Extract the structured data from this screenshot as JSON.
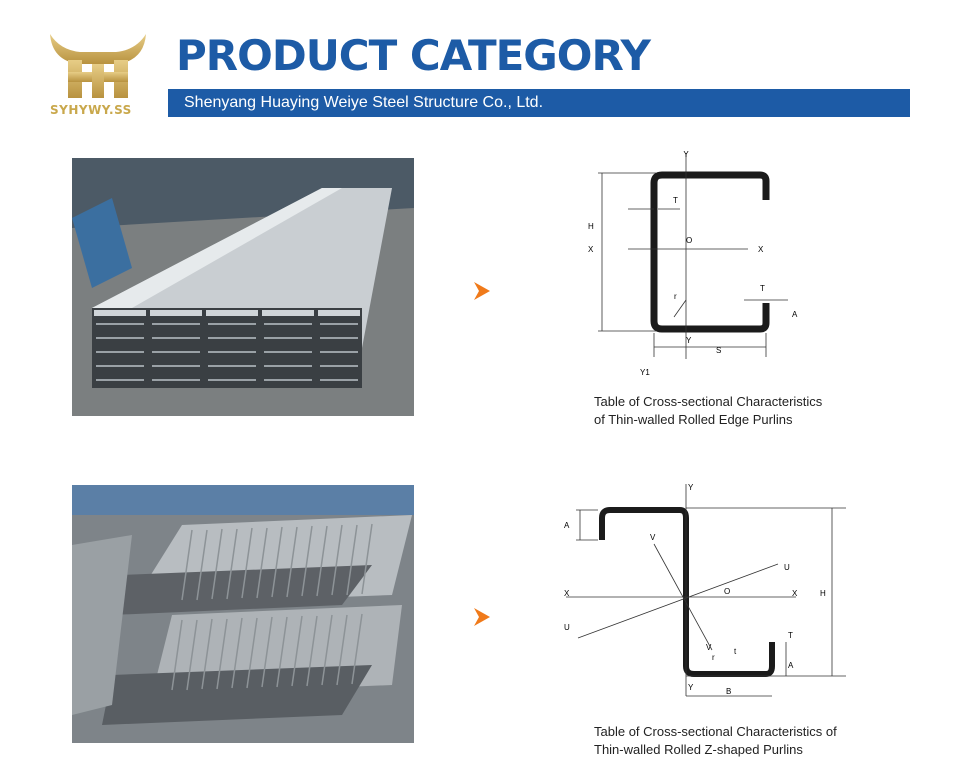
{
  "brand": {
    "logo_text": "SYHYWY.SS",
    "logo_color": "#c9a84c"
  },
  "header": {
    "title": "PRODUCT CATEGORY",
    "subtitle": "Shenyang Huaying Weiye Steel Structure Co., Ltd.",
    "accent_color": "#1d5ba6"
  },
  "products": [
    {
      "photo": "c-purlin-stack-photo",
      "arrow": "orange-arrow-icon",
      "diagram_labels": {
        "y_top": "Y",
        "t": "T",
        "h": "H",
        "x_left": "X",
        "o": "O",
        "x_right": "X",
        "t1": "T",
        "a": "A",
        "r": "r",
        "y_bottom": "Y",
        "s": "S",
        "y1": "Y1"
      },
      "caption_line1": "Table of Cross-sectional Characteristics",
      "caption_line2": "of Thin-walled Rolled Edge Purlins"
    },
    {
      "photo": "z-purlin-stack-photo",
      "arrow": "orange-arrow-icon",
      "diagram_labels": {
        "y_top": "Y",
        "a_left": "A",
        "v_top": "V",
        "u_right": "U",
        "x_left": "X",
        "o": "O",
        "x_right": "X",
        "h": "H",
        "u_left": "U",
        "t_right": "T",
        "v_bottom": "V",
        "r": "r",
        "t": "t",
        "a_right": "A",
        "y_bottom": "Y",
        "b": "B"
      },
      "caption_line1": "Table of Cross-sectional Characteristics of",
      "caption_line2": "Thin-walled Rolled Z-shaped Purlins"
    }
  ]
}
